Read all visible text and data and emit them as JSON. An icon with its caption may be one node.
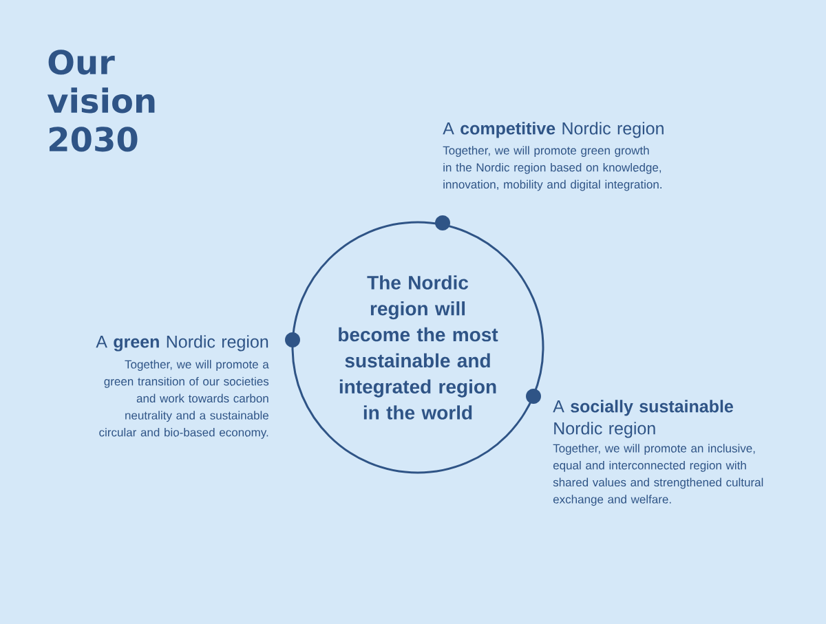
{
  "diagram": {
    "title": "Our vision 2030",
    "nodes": [
      {
        "text": [
          "The Nordic region will become the most sustainable and integrated region in the world"
        ]
      }
    ],
    "labels": [
      "A **competitive** Nordic region",
      "Together, we will promote green growth in the Nordic region based on knowledge, innovation, mobility and digital integration.",
      "A **green** Nordic region",
      "Together, we will promote a green transition of our societies and work towards carbon neutrality and a sustainable circular and bio-based economy.",
      "A **socially sustainable** Nordic region",
      "Together, we will promote an inclusive, equal and interconnected region with shared values and strengthened cultural exchange and welfare."
    ]
  }
}
